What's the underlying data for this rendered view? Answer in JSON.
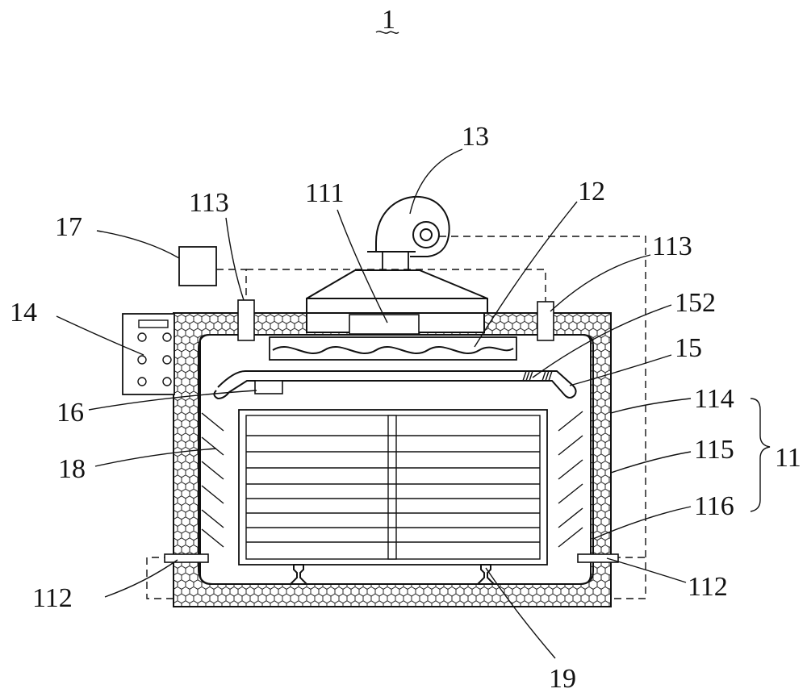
{
  "figure_number": "1",
  "labels": {
    "l1": "1",
    "l11": "11",
    "l12": "12",
    "l13": "13",
    "l14": "14",
    "l15": "15",
    "l16": "16",
    "l17": "17",
    "l18": "18",
    "l19": "19",
    "l111": "111",
    "l112_left": "112",
    "l112_right": "112",
    "l113_left": "113",
    "l113_right": "113",
    "l114": "114",
    "l115": "115",
    "l116": "116",
    "l152": "152"
  },
  "colors": {
    "ink": "#111111",
    "background": "#ffffff"
  }
}
